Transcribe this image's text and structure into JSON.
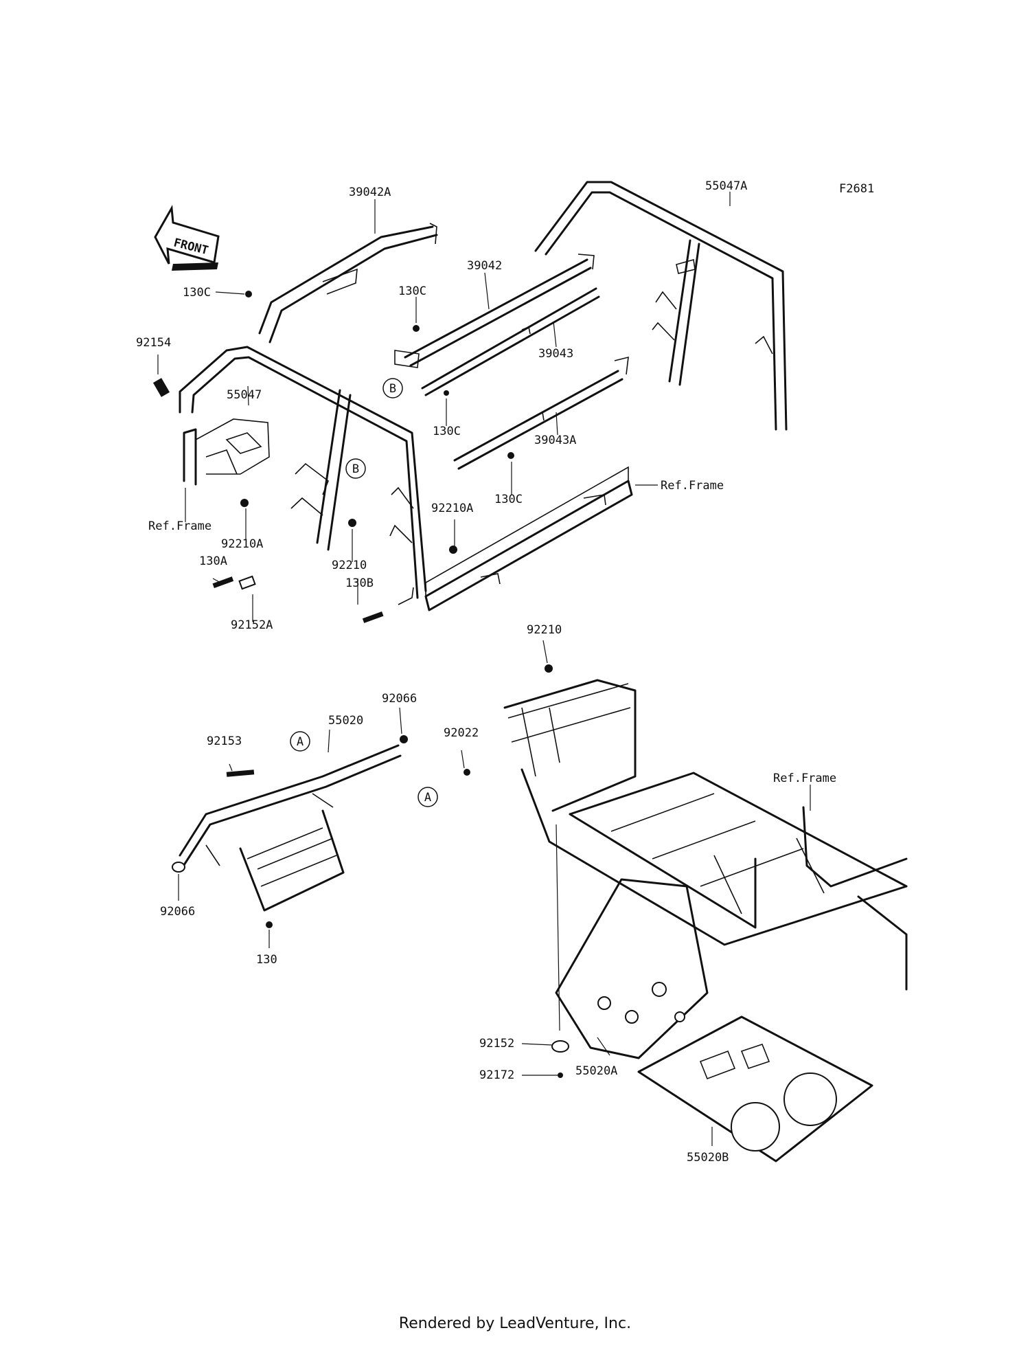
{
  "figure_code": "F2681",
  "front_arrow_text": "FRONT",
  "callouts": [
    "A",
    "B"
  ],
  "part_labels": {
    "p39042A": "39042A",
    "p39042": "39042",
    "p39043": "39043",
    "p39043A": "39043A",
    "p55047A": "55047A",
    "p55047": "55047",
    "p130C_1": "130C",
    "p130C_2": "130C",
    "p130C_3": "130C",
    "p130C_4": "130C",
    "p92154": "92154",
    "ref_frame_1": "Ref.Frame",
    "ref_frame_2": "Ref.Frame",
    "ref_frame_3": "Ref.Frame",
    "p92210A_1": "92210A",
    "p92210A_2": "92210A",
    "p130A": "130A",
    "p92210_1": "92210",
    "p92210_2": "92210",
    "p130B": "130B",
    "p92152A": "92152A",
    "p92066_1": "92066",
    "p92066_2": "92066",
    "p55020": "55020",
    "p92153": "92153",
    "p92022": "92022",
    "p130": "130",
    "p92152": "92152",
    "p92172": "92172",
    "p55020A": "55020A",
    "p55020B": "55020B"
  },
  "footer_text": "Rendered by LeadVenture, Inc."
}
